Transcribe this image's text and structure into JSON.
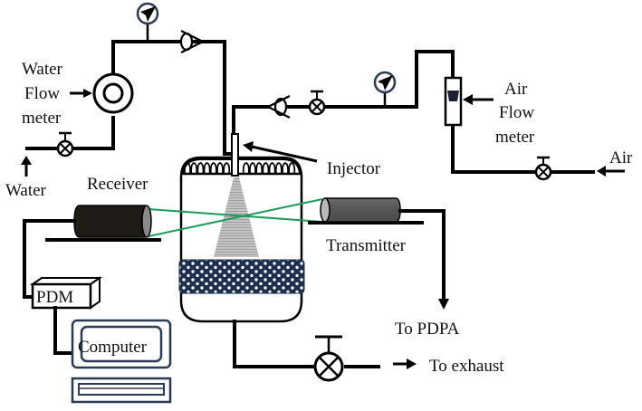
{
  "diagram": {
    "title": "",
    "labels": {
      "water_flow_meter": [
        "Water",
        "Flow",
        "meter"
      ],
      "water_inlet": "Water",
      "receiver": "Receiver",
      "injector": "Injector",
      "air_flow_meter": [
        "Air",
        "Flow",
        "meter"
      ],
      "air_inlet": "Air",
      "transmitter": "Transmitter",
      "to_pdpa": "To PDPA",
      "pdm": "PDM",
      "computer": "Computer",
      "to_exhaust": "To exhaust"
    },
    "colors": {
      "laser_beam": "#1f9a5a",
      "spray_cone": "#b5b5b5",
      "packing_bed": "#1c2f4f",
      "receiver_body": "#1f1c17",
      "transmitter_body": "#5a5a5a",
      "computer_outline": "#2a3a55"
    },
    "components": [
      {
        "id": "water-pressure-gauge",
        "type": "pressure-gauge"
      },
      {
        "id": "water-check-valve",
        "type": "check-valve"
      },
      {
        "id": "water-flow-meter",
        "type": "flow-meter"
      },
      {
        "id": "water-valve",
        "type": "gate-valve"
      },
      {
        "id": "air-check-valve",
        "type": "check-valve"
      },
      {
        "id": "air-line-valve",
        "type": "gate-valve"
      },
      {
        "id": "air-pressure-gauge",
        "type": "pressure-gauge"
      },
      {
        "id": "air-flow-meter",
        "type": "rotameter"
      },
      {
        "id": "air-inlet-valve",
        "type": "gate-valve"
      },
      {
        "id": "injector",
        "type": "injector"
      },
      {
        "id": "spray-chamber",
        "type": "vessel"
      },
      {
        "id": "receiver",
        "type": "optical-receiver"
      },
      {
        "id": "transmitter",
        "type": "optical-transmitter"
      },
      {
        "id": "pdm",
        "type": "processor"
      },
      {
        "id": "computer",
        "type": "computer"
      },
      {
        "id": "exhaust-valve",
        "type": "gate-valve"
      }
    ]
  }
}
